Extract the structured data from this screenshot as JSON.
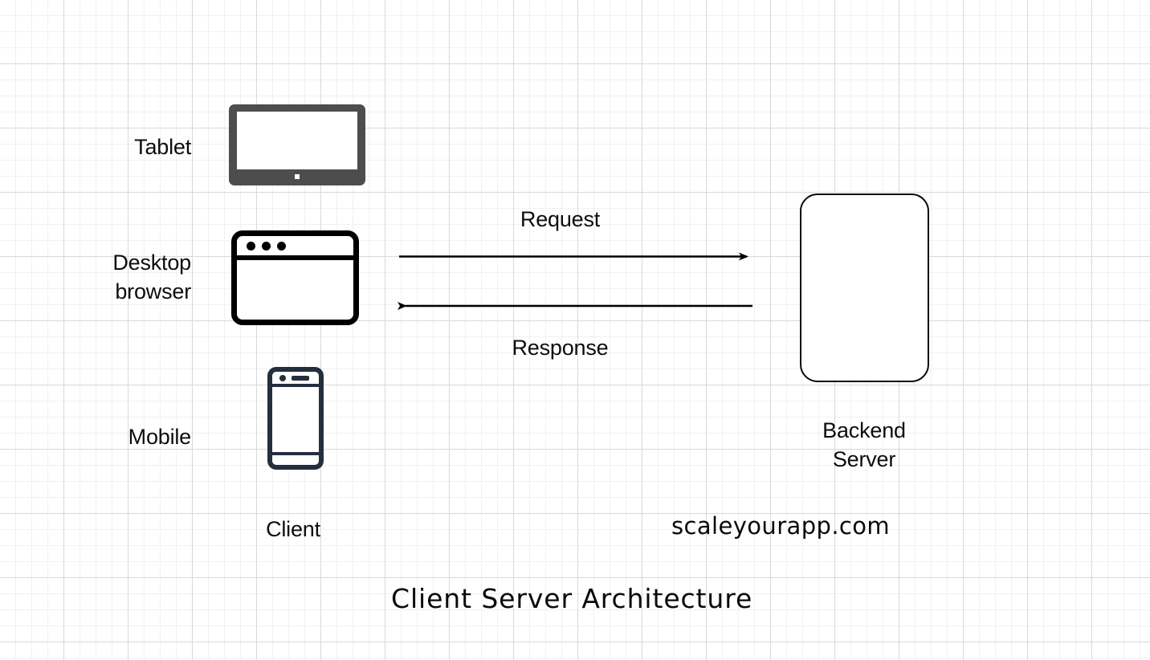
{
  "diagram": {
    "title": "Client Server Architecture",
    "watermark": "scaleyourapp.com",
    "background": {
      "minor_grid_color": "#f1f1f1",
      "major_grid_color": "#d9d9d9",
      "page_color": "#ffffff"
    },
    "clients": {
      "group_label": "Client",
      "devices": [
        {
          "label": "Tablet",
          "icon": "tablet-icon",
          "color": "#4d4d4d"
        },
        {
          "label": "Desktop\nbrowser",
          "icon": "browser-window-icon",
          "color": "#000000"
        },
        {
          "label": "Mobile",
          "icon": "mobile-phone-icon",
          "color": "#242f3e"
        }
      ]
    },
    "server": {
      "label": "Backend\nServer",
      "shape": "rounded-rectangle",
      "border_color": "#0a0a0a",
      "fill_color": "#ffffff"
    },
    "connections": [
      {
        "label": "Request",
        "direction": "client-to-server",
        "arrow": "right-arrow",
        "color": "#000000"
      },
      {
        "label": "Response",
        "direction": "server-to-client",
        "arrow": "left-arrow",
        "color": "#000000"
      }
    ]
  }
}
